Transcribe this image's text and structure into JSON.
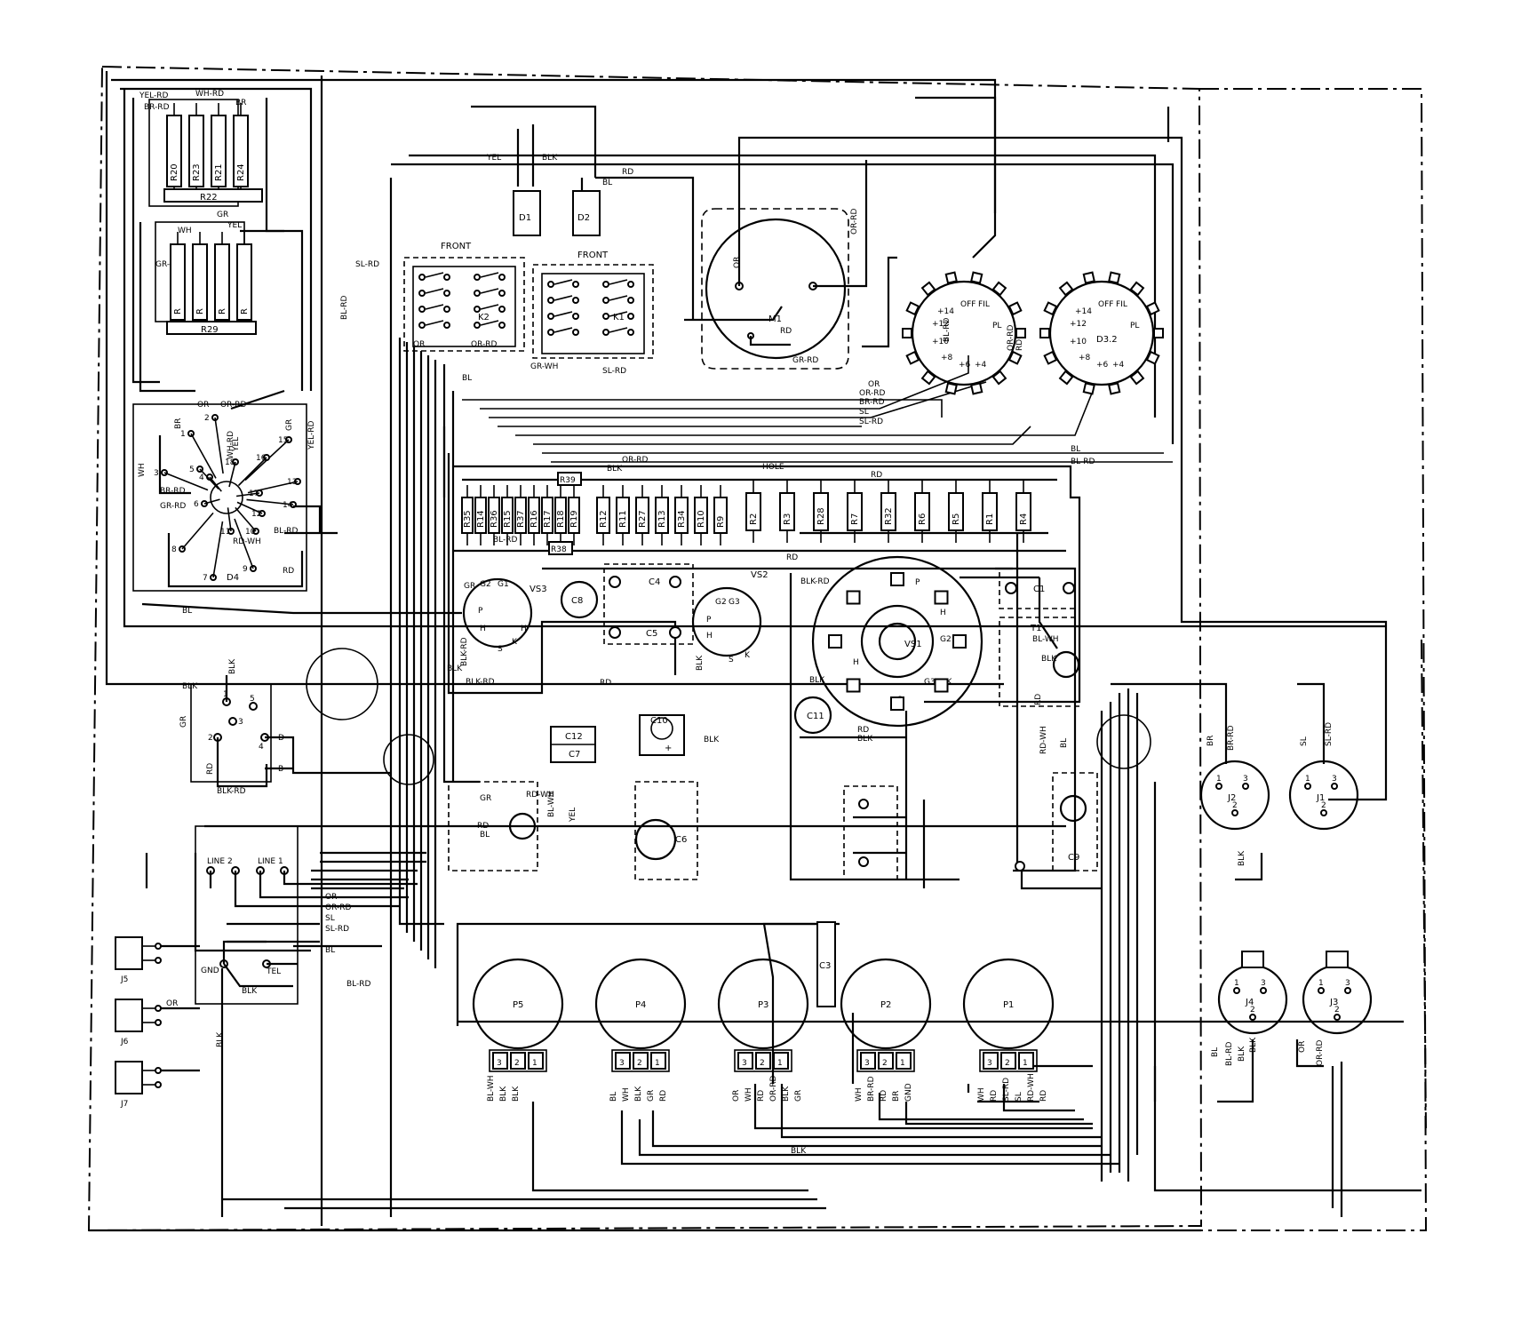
{
  "diagram": {
    "switches": [
      {
        "id": "k2",
        "label": "K2",
        "heading": "FRONT",
        "wires": [
          "OR",
          "OR-RD"
        ]
      },
      {
        "id": "k1",
        "label": "K1",
        "heading": "FRONT",
        "wires": [
          "SL-RD"
        ]
      }
    ],
    "dials": [
      {
        "id": "ds1",
        "label": "",
        "marks": [
          "+14",
          "OFF",
          "FIL",
          "+12",
          "PL",
          "+10",
          "+8",
          "+6",
          "+4"
        ]
      },
      {
        "id": "ds2",
        "label": "D3.2",
        "marks": [
          "+14",
          "OFF",
          "FIL",
          "+12",
          "PL",
          "+10",
          "+8",
          "+6",
          "+4"
        ]
      }
    ],
    "top_resistors": [
      "R20",
      "R23",
      "R21",
      "R24"
    ],
    "top_bar": "R22",
    "mid_resistors": [
      "R",
      "R",
      "R",
      "R"
    ],
    "mid_bar": "R29",
    "top_wire_labels": [
      "YEL-RD",
      "WH-RD",
      "BR",
      "BR-RD",
      "GR",
      "YEL",
      "WH",
      "GR-RD"
    ],
    "diodes": [
      {
        "id": "d1",
        "label": "D1",
        "wire": "YEL"
      },
      {
        "id": "d2",
        "label": "D2",
        "wire": "BLK"
      }
    ],
    "diode_wires": [
      "RD",
      "BL"
    ],
    "meter": {
      "label": "M1",
      "wires": [
        "OR",
        "OR-RD",
        "RD",
        "GR-RD"
      ]
    },
    "wafer_switch": {
      "label": "D4",
      "pins": [
        "1",
        "2",
        "3",
        "4",
        "5",
        "6",
        "7",
        "8",
        "9",
        "10",
        "11",
        "12",
        "13",
        "14",
        "15",
        "16",
        "17",
        "18"
      ],
      "wires": [
        "OR",
        "OR-RD",
        "BR",
        "YEL",
        "WH-RD",
        "GR",
        "YEL-RD",
        "WH",
        "BR-RD",
        "GR-RD",
        "BL-RD",
        "RD-WH",
        "RD",
        "BL"
      ]
    },
    "resistor_row_a": [
      "R35",
      "R14",
      "R36",
      "R15",
      "R37",
      "R16",
      "R17",
      "R18",
      "R19"
    ],
    "resistor_row_b": [
      "R12",
      "R11",
      "R27",
      "R13",
      "R34",
      "R10",
      "R9"
    ],
    "resistor_row_c": [
      "R2",
      "R3",
      "R28",
      "R7",
      "R32",
      "R6",
      "R5",
      "R1",
      "R4"
    ],
    "extra_resistors": [
      "R39",
      "R38"
    ],
    "board_labels": [
      "OR-RD",
      "BLK",
      "HOLE",
      "RD",
      "BL-RD",
      "RD"
    ],
    "tubes": [
      {
        "id": "vs3",
        "label": "VS3",
        "pins": [
          "GR",
          "G2",
          "G1",
          "P",
          "H",
          "S",
          "K",
          "H"
        ]
      },
      {
        "id": "vs2",
        "label": "VS2",
        "pins": [
          "G2",
          "G3",
          "P",
          "H",
          "S",
          "K"
        ]
      },
      {
        "id": "vs1",
        "label": "VS1",
        "pins": [
          "P",
          "H",
          "G2",
          "G3 & K",
          "S",
          "H"
        ]
      }
    ],
    "caps": [
      "C8",
      "C4",
      "C5",
      "C1",
      "C11",
      "C12",
      "C7",
      "C10",
      "C6",
      "C9",
      "C3"
    ],
    "transformer": {
      "label": "T1",
      "wires": [
        "BL-WH",
        "BLK",
        "RD",
        "RD-WH",
        "BL"
      ]
    },
    "socket_block": {
      "wires": [
        "BLK",
        "BLK",
        "GR",
        "RD",
        "BLK-RD"
      ],
      "pins": [
        "1",
        "5",
        "3",
        "2",
        "4",
        "D",
        "B"
      ]
    },
    "connectors": [
      {
        "id": "j2",
        "label": "J2",
        "pins": [
          "1",
          "3",
          "2"
        ],
        "wires": [
          "BR",
          "BR-RD",
          "BLK"
        ]
      },
      {
        "id": "j1",
        "label": "J1",
        "pins": [
          "1",
          "3",
          "2"
        ],
        "wires": [
          "SL",
          "SL-RD"
        ]
      },
      {
        "id": "j4",
        "label": "J4",
        "pins": [
          "1",
          "3",
          "2"
        ],
        "wires": [
          "BL",
          "BL-RD",
          "BLK",
          "BLK"
        ]
      },
      {
        "id": "j3",
        "label": "J3",
        "pins": [
          "1",
          "3",
          "2"
        ],
        "wires": [
          "OR",
          "OR-RD"
        ]
      }
    ],
    "jacks": [
      "J5",
      "J6",
      "J7"
    ],
    "terminal_strip": {
      "labels": [
        "LINE 2",
        "LINE 1",
        "GND",
        "TEL"
      ],
      "wires": [
        "OR",
        "OR-RD",
        "SL",
        "SL-RD",
        "BL",
        "BL-RD",
        "BLK",
        "OR",
        "BLK"
      ]
    },
    "pots": [
      {
        "id": "p5",
        "label": "P5",
        "wires": [
          "BL-WH",
          "BLK",
          "BLK"
        ]
      },
      {
        "id": "p4",
        "label": "P4",
        "wires": [
          "BL",
          "WH",
          "BLK",
          "GR",
          "RD"
        ]
      },
      {
        "id": "p3",
        "label": "P3",
        "wires": [
          "OR",
          "WH",
          "RD",
          "OR-RD",
          "BLK",
          "GR"
        ]
      },
      {
        "id": "p2",
        "label": "P2",
        "wires": [
          "WH",
          "BR-RD",
          "RD",
          "BR",
          "GND"
        ]
      },
      {
        "id": "p1",
        "label": "P1",
        "wires": [
          "WH",
          "RD",
          "SL-RD",
          "SL",
          "RD-WH",
          "RD"
        ]
      }
    ],
    "misc_wire_labels": [
      "BL",
      "BL-RD",
      "OR",
      "OR-RD",
      "BR-RD",
      "SL",
      "SL-RD",
      "OR-RD",
      "RD",
      "BL-RD",
      "SL-RD",
      "BL-RD",
      "BL",
      "GR-WH",
      "GR",
      "RD-WH",
      "RD",
      "BL",
      "BL-WH",
      "YEL",
      "BLK",
      "BLK-RD",
      "BLK-RD",
      "RD",
      "BLK",
      "BLK",
      "BLK-RD",
      "BLK",
      "RD",
      "BLK",
      "BLK"
    ]
  }
}
